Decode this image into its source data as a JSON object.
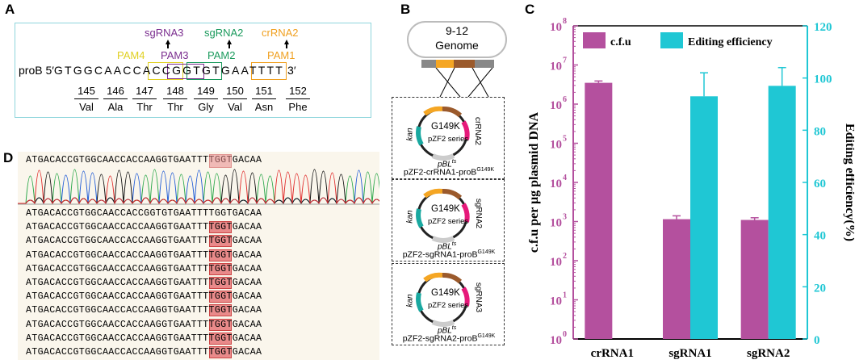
{
  "panel_labels": {
    "a": "A",
    "b": "B",
    "c": "C",
    "d": "D"
  },
  "panelA": {
    "tags": [
      {
        "text": "sgRNA3",
        "color": "#7b2e8f"
      },
      {
        "text": "sgRNA2",
        "color": "#1a9a5c"
      },
      {
        "text": "crRNA2",
        "color": "#f0a020"
      },
      {
        "text": "PAM4",
        "color": "#e0d020"
      },
      {
        "text": "PAM3",
        "color": "#7b2e8f"
      },
      {
        "text": "PAM2",
        "color": "#1a9a5c"
      },
      {
        "text": "PAM1",
        "color": "#f0a020"
      }
    ],
    "seq_prefix": "proB 5′",
    "seq_a": "GTGGCAA",
    "seq_b": "CCA",
    "seq_c": "C",
    "seq_d": "CGG",
    "seq_e": "TGT",
    "seq_f": "GAA",
    "seq_g": "TTTT",
    "seq_suffix": "3′",
    "codons": [
      {
        "num": "145",
        "aa": "Val"
      },
      {
        "num": "146",
        "aa": "Ala"
      },
      {
        "num": "147",
        "aa": "Thr"
      },
      {
        "num": "148",
        "aa": "Thr"
      },
      {
        "num": "149",
        "aa": "Gly"
      },
      {
        "num": "150",
        "aa": "Val"
      },
      {
        "num": "151",
        "aa": "Asn"
      },
      {
        "num": "152",
        "aa": "Phe"
      }
    ]
  },
  "panelB": {
    "genome_line1": "9-12",
    "genome_line2": "Genome",
    "plasmid_center_top": "G149K",
    "plasmid_center": "pZF2 series",
    "kan": "kan",
    "pbl": "pBL",
    "pbl_sup": "ts",
    "plasmids": [
      {
        "guide": "crRNA2",
        "caption": "pZF2-crRNA1-proB",
        "sup": "G149K"
      },
      {
        "guide": "sgRNA2",
        "caption": "pZF2-sgRNA1-proB",
        "sup": "G149K"
      },
      {
        "guide": "sgRNA3",
        "caption": "pZF2-sgRNA2-proB",
        "sup": "G149K"
      }
    ]
  },
  "panelD": {
    "header_seq": "ATGACACCGTGGCAACCACCAAGGTGAATTTTGGTGACAA",
    "rows": [
      {
        "pre": "ATGACACCGTGGCAACCACC",
        "mid": "GGT",
        "post": "GTGAATTTTGGTGACAA",
        "highlight": false
      },
      {
        "pre": "ATGACACCGTGGCAACCACC",
        "mid": "AAG",
        "post": "GTGAATTTTGGTGACAA",
        "highlight": true
      },
      {
        "pre": "ATGACACCGTGGCAACCACC",
        "mid": "AAG",
        "post": "GTGAATTTTGGTGACAA",
        "highlight": true
      },
      {
        "pre": "ATGACACCGTGGCAACCACC",
        "mid": "AAG",
        "post": "GTGAATTTTGGTGACAA",
        "highlight": true
      },
      {
        "pre": "ATGACACCGTGGCAACCACC",
        "mid": "AAG",
        "post": "GTGAATTTTGGTGACAA",
        "highlight": true
      },
      {
        "pre": "ATGACACCGTGGCAACCACC",
        "mid": "AAG",
        "post": "GTGAATTTTGGTGACAA",
        "highlight": true
      },
      {
        "pre": "ATGACACCGTGGCAACCACC",
        "mid": "AAG",
        "post": "GTGAATTTTGGTGACAA",
        "highlight": true
      },
      {
        "pre": "ATGACACCGTGGCAACCACC",
        "mid": "AAG",
        "post": "GTGAATTTTGGTGACAA",
        "highlight": true
      },
      {
        "pre": "ATGACACCGTGGCAACCACC",
        "mid": "AAG",
        "post": "GTGAATTTTGGTGACAA",
        "highlight": true
      },
      {
        "pre": "ATGACACCGTGGCAACCACC",
        "mid": "AAG",
        "post": "GTGAATTTTGGTGACAA",
        "highlight": true
      },
      {
        "pre": "ATGACACCGTGGCAACCACC",
        "mid": "AAG",
        "post": "GTGAATTTTGGTGACAA",
        "highlight": true
      }
    ]
  },
  "chart_data": {
    "type": "bar",
    "categories": [
      "crRNA1",
      "sgRNA1",
      "sgRNA2"
    ],
    "series": [
      {
        "name": "c.f.u",
        "axis": "left",
        "color": "#b4509e",
        "values": [
          3500000,
          1150,
          1100
        ],
        "errors_upper": [
          3900000,
          1400,
          1250
        ]
      },
      {
        "name": "Editing efficiency",
        "axis": "right",
        "color": "#1fc7d4",
        "values": [
          0,
          93,
          97
        ],
        "errors_upper": [
          0,
          102,
          104
        ]
      }
    ],
    "ylabel_left": "c.f.u per μg plasmid DNA",
    "ylabel_right": "Editing efficiency(%)",
    "y_left_scale": "log",
    "y_left_range": [
      1,
      100000000
    ],
    "y_left_ticks": [
      "10",
      "10",
      "10",
      "10",
      "10",
      "10",
      "10",
      "10",
      "10"
    ],
    "y_left_exps": [
      "0",
      "1",
      "2",
      "3",
      "4",
      "5",
      "6",
      "7",
      "8"
    ],
    "y_right_range": [
      0,
      120
    ],
    "y_right_ticks": [
      "0",
      "20",
      "40",
      "60",
      "80",
      "100",
      "120"
    ],
    "legend_position": "top"
  }
}
